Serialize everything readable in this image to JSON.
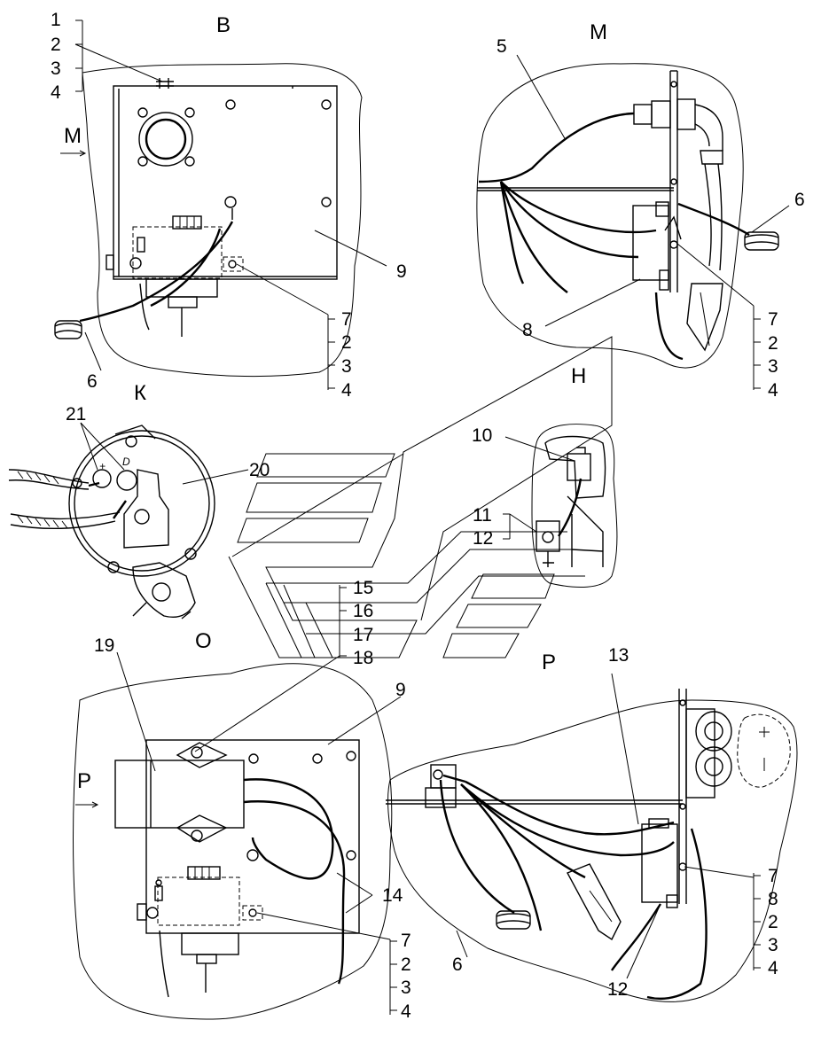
{
  "views": {
    "v_top_left": "В",
    "v_top_right": "М",
    "v_mid_left": "К",
    "v_mid_right": "Н",
    "v_mid_o": "О",
    "v_bottom_right": "Р",
    "arrow_m": "М",
    "arrow_p": "Р"
  },
  "pin_marks": {
    "plus": "+",
    "d": "D"
  },
  "callouts": {
    "tl_1": "1",
    "tl_2": "2",
    "tl_3": "3",
    "tl_4": "4",
    "bl_7": "7",
    "bl_2": "2",
    "bl_3": "3",
    "bl_4": "4",
    "tl_9": "9",
    "tl_6": "6",
    "tr_5": "5",
    "tr_6": "6",
    "tr_8": "8",
    "tr_7": "7",
    "tr_2": "2",
    "tr_3": "3",
    "tr_4": "4",
    "k_21": "21",
    "k_20": "20",
    "h_10": "10",
    "h_11": "11",
    "h_12": "12",
    "c_15": "15",
    "c_16": "16",
    "c_17": "17",
    "c_18": "18",
    "b_19": "19",
    "b_9": "9",
    "b_14": "14",
    "b_7": "7",
    "b_2": "2",
    "b_3": "3",
    "b_4": "4",
    "r_13": "13",
    "r_6": "6",
    "r_12": "12",
    "r_7": "7",
    "r_8": "8",
    "r_2": "2",
    "r_3": "3",
    "r_4": "4"
  }
}
